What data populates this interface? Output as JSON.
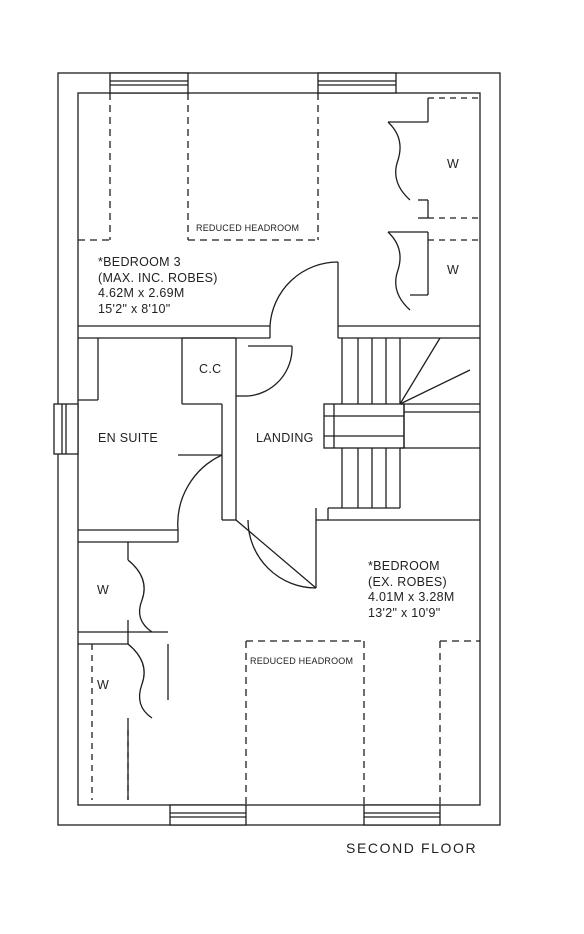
{
  "floor_title": "SECOND FLOOR",
  "rooms": {
    "bedroom3": {
      "name": "*BEDROOM 3",
      "note": "(MAX. INC. ROBES)",
      "size_m": "4.62M x 2.69M",
      "size_ft": "15'2\" x 8'10\""
    },
    "bedroom": {
      "name": "*BEDROOM",
      "note": "(EX. ROBES)",
      "size_m": "4.01M x 3.28M",
      "size_ft": "13'2\" x 10'9\""
    },
    "en_suite": "EN SUITE",
    "landing": "LANDING",
    "cupboard": "C.C"
  },
  "headroom": {
    "top": "REDUCED HEADROOM",
    "bottom": "REDUCED HEADROOM"
  },
  "wardrobes": {
    "top_upper": "W",
    "top_lower": "W",
    "left_upper": "W",
    "left_lower": "W"
  }
}
